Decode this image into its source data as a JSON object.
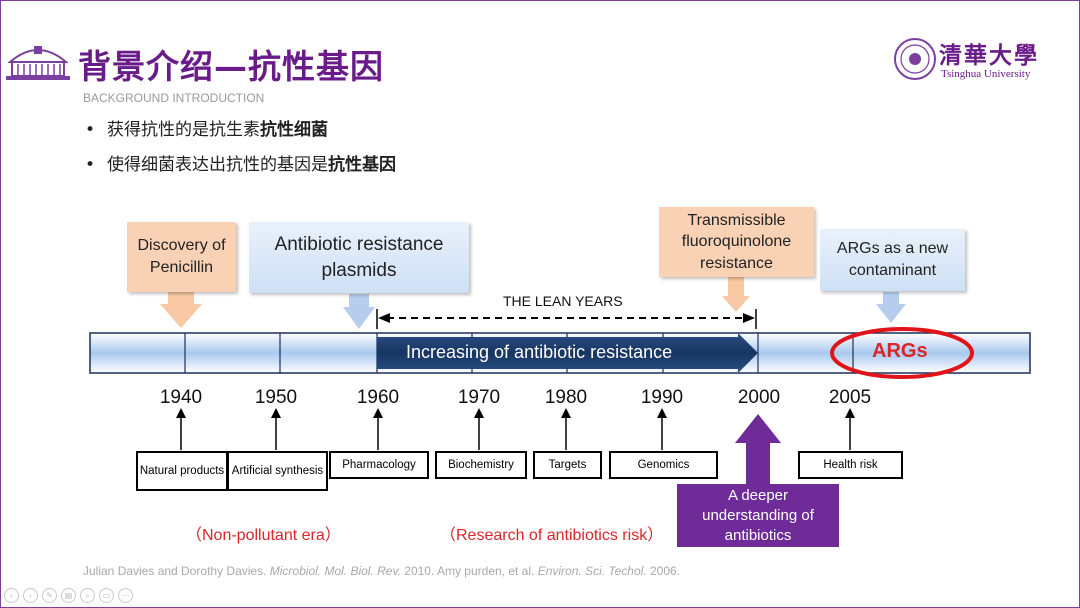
{
  "header": {
    "title": "背景介绍—抗性基因",
    "subtitle": "BACKGROUND INTRODUCTION",
    "logo_cn": "清華大學",
    "logo_en": "Tsinghua University"
  },
  "bullets": [
    {
      "text": "获得抗性的是抗生素",
      "bold": "抗性细菌"
    },
    {
      "text": "使得细菌表达出抗性的基因是",
      "bold": "抗性基因"
    }
  ],
  "timeline": {
    "callouts": {
      "penicillin": "Discovery of Penicillin",
      "plasmids": "Antibiotic resistance plasmids",
      "fluoro": "Transmissible fluoroquinolone resistance",
      "args_new": "ARGs as a new contaminant"
    },
    "lean_years": "THE LEAN YEARS",
    "bar_label": "Increasing of antibiotic resistance",
    "args_label": "ARGs",
    "years": [
      "1940",
      "1950",
      "1960",
      "1970",
      "1980",
      "1990",
      "2000",
      "2005"
    ],
    "boxes": {
      "natural": "Natural products",
      "artificial": "Artificial synthesis",
      "pharmacology": "Pharmacology",
      "biochemistry": "Biochemistry",
      "targets": "Targets",
      "genomics": "Genomics",
      "health": "Health risk"
    },
    "deeper": "A deeper understanding of antibiotics",
    "era_left": "（Non-pollutant era）",
    "era_right": "（Research of antibiotics risk）"
  },
  "citation": {
    "part1": "Julian Davies and Dorothy Davies.",
    "journal1": "Microbiol. Mol. Biol. Rev.",
    "part2": "2010. Amy purden, et al.",
    "journal2": "Environ. Sci. Techol.",
    "part3": "2006."
  },
  "colors": {
    "title": "#6a1b8a",
    "accent_red": "#d9262a",
    "purple_box": "#6f2c98",
    "arrow_dark": "#1f3d6e"
  }
}
